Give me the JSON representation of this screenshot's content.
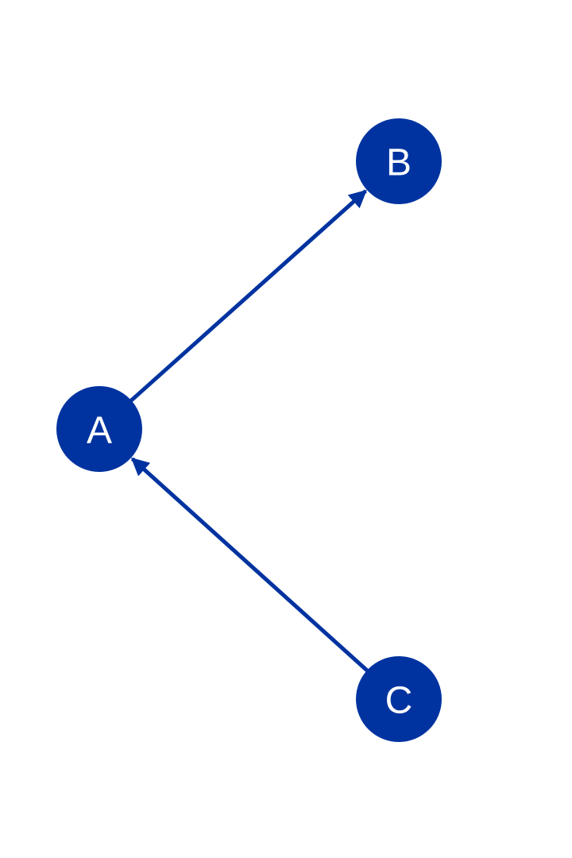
{
  "diagram": {
    "node_color": "#0033a0",
    "edge_color": "#0033a0",
    "label_color": "#ffffff",
    "nodes": [
      {
        "id": "A",
        "label": "A"
      },
      {
        "id": "B",
        "label": "B"
      },
      {
        "id": "C",
        "label": "C"
      }
    ],
    "edges": [
      {
        "from": "A",
        "to": "B"
      },
      {
        "from": "C",
        "to": "A"
      }
    ]
  }
}
